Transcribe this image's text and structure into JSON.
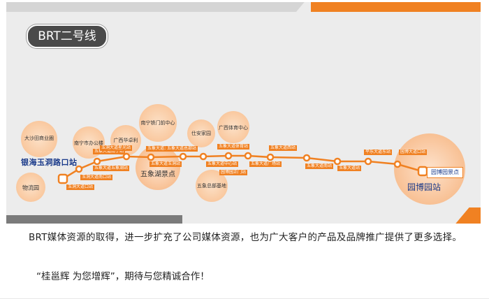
{
  "map": {
    "title": "BRT二号线",
    "start_station": "银海玉洞路口站",
    "end_station_box": "园博园景点",
    "end_station_big": "园博园站",
    "blobs": [
      {
        "label": "大沙田商业圈"
      },
      {
        "label": "物流园"
      },
      {
        "label": "南宁市办公楼"
      },
      {
        "label": "广西华卓利"
      },
      {
        "label": "南宁铁门前中心"
      },
      {
        "label": "五象湖景点"
      },
      {
        "label": "仕安家园"
      },
      {
        "label": "广西体育中心"
      },
      {
        "label": "五象总部基地"
      }
    ],
    "stop_tags": [
      {
        "text": "玉洞大道口站"
      },
      {
        "text": "玉洞大道南口站"
      },
      {
        "text": "五象大道五象湖站"
      },
      {
        "text": "五象大道南宁站"
      },
      {
        "text": "玉洞大道星光站"
      },
      {
        "text": "五象大道五象湖站"
      },
      {
        "text": "五象大道总部站"
      },
      {
        "text": "五象大道玉洞站"
      },
      {
        "text": "五象大道中心站"
      },
      {
        "text": "五象大道体育站"
      },
      {
        "text": "五象大道广场站"
      },
      {
        "text": "五象大道西站"
      },
      {
        "text": "五象大道南站"
      },
      {
        "text": "玉象大道站"
      },
      {
        "text": "平乐大道东站"
      },
      {
        "text": "园博大道口站"
      },
      {
        "text": "园博园正门站"
      }
    ],
    "colors": {
      "line": "#f08122",
      "accent": "#f08122",
      "title_bg": "#4a4a4a"
    }
  },
  "text": {
    "paragraph1": "BRT媒体资源的取得，进一步扩充了公司媒体资源，也为广大客户的产品及品牌推广提供了更多选择。",
    "paragraph2": "“桂邕辉 为您增辉”，期待与您精诚合作！"
  }
}
